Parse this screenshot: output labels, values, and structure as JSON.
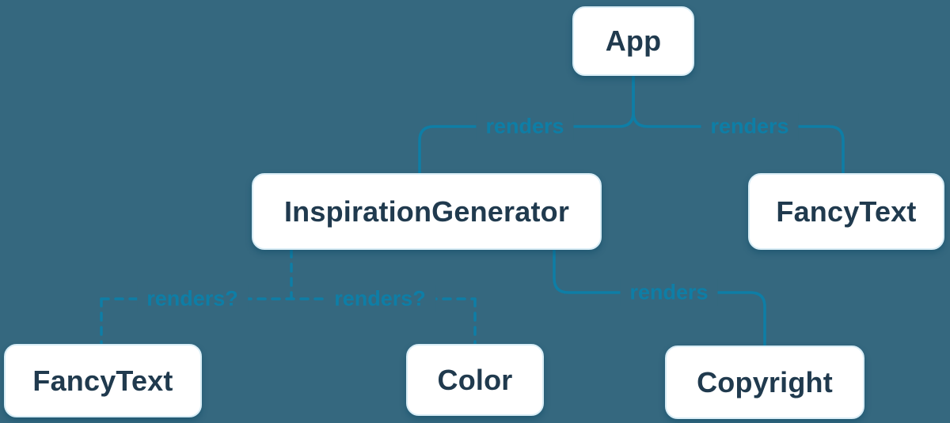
{
  "diagram": {
    "type": "render-tree",
    "colors": {
      "background": "#35687F",
      "edge": "#0E7EA6",
      "node_fill": "#FFFFFF",
      "node_text": "#203A4E",
      "edge_label_text": "#0E7EA6"
    },
    "nodes": {
      "app": {
        "label": "App"
      },
      "inspiration_generator": {
        "label": "InspirationGenerator"
      },
      "fancy_text_top": {
        "label": "FancyText"
      },
      "fancy_text_bottom": {
        "label": "FancyText"
      },
      "color": {
        "label": "Color"
      },
      "copyright": {
        "label": "Copyright"
      }
    },
    "edges": {
      "app_to_inspiration_generator": {
        "label": "renders",
        "style": "solid"
      },
      "app_to_fancy_text": {
        "label": "renders",
        "style": "solid"
      },
      "inspiration_generator_to_fancy_text": {
        "label": "renders?",
        "style": "dashed"
      },
      "inspiration_generator_to_color": {
        "label": "renders?",
        "style": "dashed"
      },
      "inspiration_generator_to_copyright": {
        "label": "renders",
        "style": "solid"
      }
    }
  }
}
